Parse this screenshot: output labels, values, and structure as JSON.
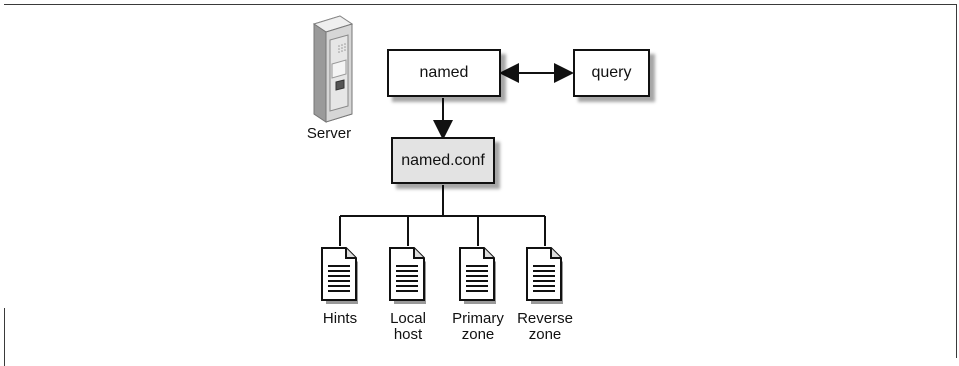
{
  "diagram": {
    "server_label": "Server",
    "named": "named",
    "query": "query",
    "named_conf": "named.conf",
    "files": [
      {
        "label": "Hints"
      },
      {
        "label": "Local\nhost"
      },
      {
        "label": "Primary\nzone"
      },
      {
        "label": "Reverse\nzone"
      }
    ]
  },
  "colors": {
    "line": "#111111",
    "conf_fill": "#e3e3e3",
    "server_body": "#d9d9d9"
  }
}
